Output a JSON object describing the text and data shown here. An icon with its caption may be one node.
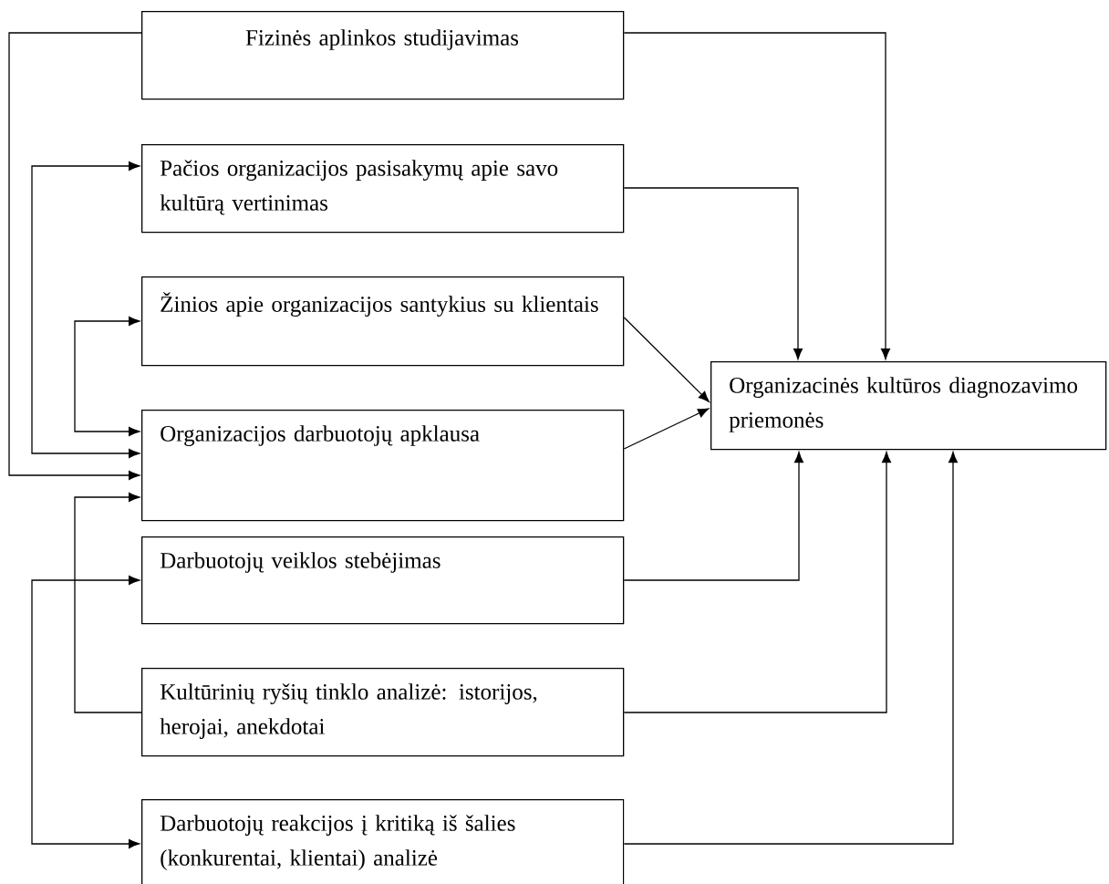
{
  "diagram": {
    "nodes": [
      {
        "text": [
          "Fizinės aplinkos studijavimas"
        ]
      },
      {
        "text": [
          "Pačios organizacijos pasisakymų apie savo kultūrą vertinimas"
        ]
      },
      {
        "text": [
          "Žinios apie organizacijos santykius su klientais"
        ]
      },
      {
        "text": [
          "Organizacijos darbuotojų apklausa"
        ]
      },
      {
        "text": [
          "Darbuotojų veiklos stebėjimas"
        ]
      },
      {
        "text": [
          "Kultūrinių ryšių tinklo analizė: istorijos, herojai, anekdotai"
        ]
      },
      {
        "text": [
          "Darbuotojų reakcijos į kritiką iš šalies (konkurentai, klientai) analizė"
        ]
      },
      {
        "text": [
          "Organizacinės kultūros diagnozavimo priemonės"
        ]
      }
    ],
    "edges": [
      {
        "from": 0,
        "to": 7,
        "arrow": "to"
      },
      {
        "from": 0,
        "to": 3,
        "arrow": "to"
      },
      {
        "from": 1,
        "to": 7,
        "arrow": "to"
      },
      {
        "from": 1,
        "to": 3,
        "arrow": "both"
      },
      {
        "from": 2,
        "to": 3,
        "arrow": "both"
      },
      {
        "from": 2,
        "to": 7,
        "arrow": "to"
      },
      {
        "from": 3,
        "to": 7,
        "arrow": "to"
      },
      {
        "from": 4,
        "to": 7,
        "arrow": "to"
      },
      {
        "from": 5,
        "to": 3,
        "arrow": "to"
      },
      {
        "from": 5,
        "to": 7,
        "arrow": "to"
      },
      {
        "from": 4,
        "to": 6,
        "arrow": "both"
      },
      {
        "from": 6,
        "to": 7,
        "arrow": "to"
      }
    ]
  }
}
